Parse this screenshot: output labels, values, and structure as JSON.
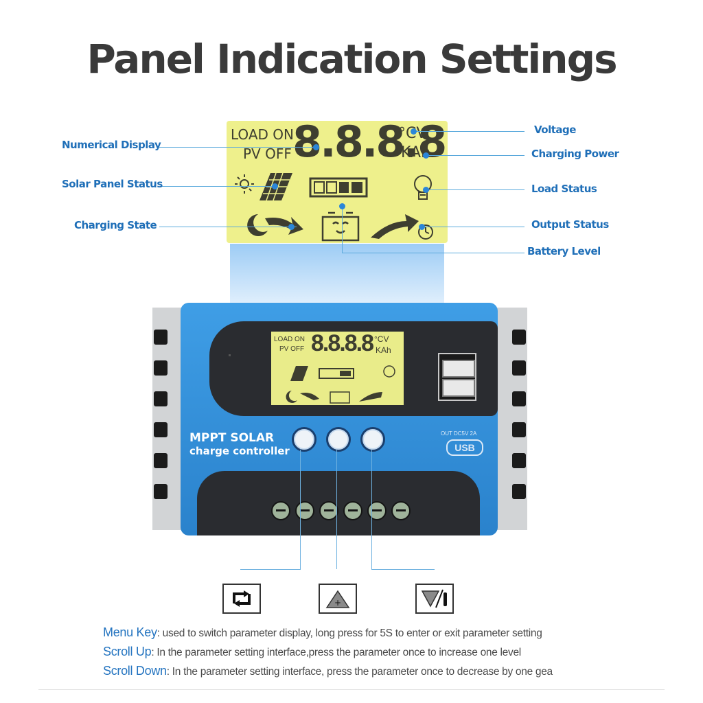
{
  "title": "Panel Indication Settings",
  "labels": {
    "numerical_display": "Numerical Display",
    "solar_panel_status": "Solar Panel Status",
    "charging_state": "Charging State",
    "voltage": "Voltage",
    "charging_power": "Charging Power",
    "load_status": "Load Status",
    "output_status": "Output Status",
    "battery_level": "Battery Level"
  },
  "lcd": {
    "load_on": "LOAD ON",
    "pv_off": "PV OFF",
    "digits": "8.8.8.8",
    "unit_top": "°CV",
    "unit_bottom": "KAh"
  },
  "device": {
    "brand_line1": "MPPT SOLAR",
    "brand_line2": "charge controller",
    "usb_spec": "OUT DC5V 2A",
    "usb_logo": "USB"
  },
  "keys": [
    {
      "name": "Menu Key",
      "text": ": used to switch parameter display, long press for 5S to enter or exit parameter setting"
    },
    {
      "name": "Scroll Up",
      "text": ": In the parameter setting interface,press the parameter once to increase one level"
    },
    {
      "name": "Scroll Down",
      "text": ": In the parameter setting interface, press the parameter once to decrease by one gea"
    }
  ]
}
